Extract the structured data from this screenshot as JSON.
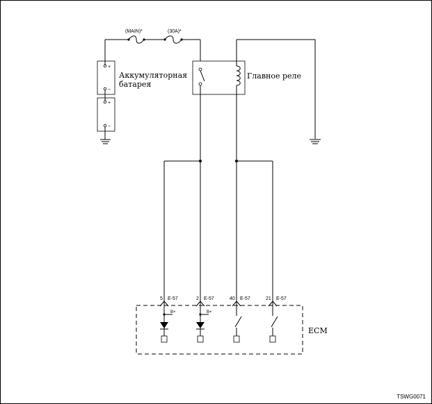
{
  "fuses": {
    "main_label": "(MAIN)*",
    "fuse30_label": "(30A)*"
  },
  "battery": {
    "label_line1": "Аккумуляторная",
    "label_line2": "батарея",
    "plus_symbol": "+",
    "minus_symbol": "−"
  },
  "relay": {
    "label": "Главное реле"
  },
  "connectors": [
    {
      "pin": "5",
      "name": "E-57"
    },
    {
      "pin": "2",
      "name": "E-57"
    },
    {
      "pin": "40",
      "name": "E-57"
    },
    {
      "pin": "21",
      "name": "E-57"
    }
  ],
  "ecm": {
    "label": "ECM",
    "bplus_label": "B+"
  },
  "figure_id": "TSWG0071"
}
